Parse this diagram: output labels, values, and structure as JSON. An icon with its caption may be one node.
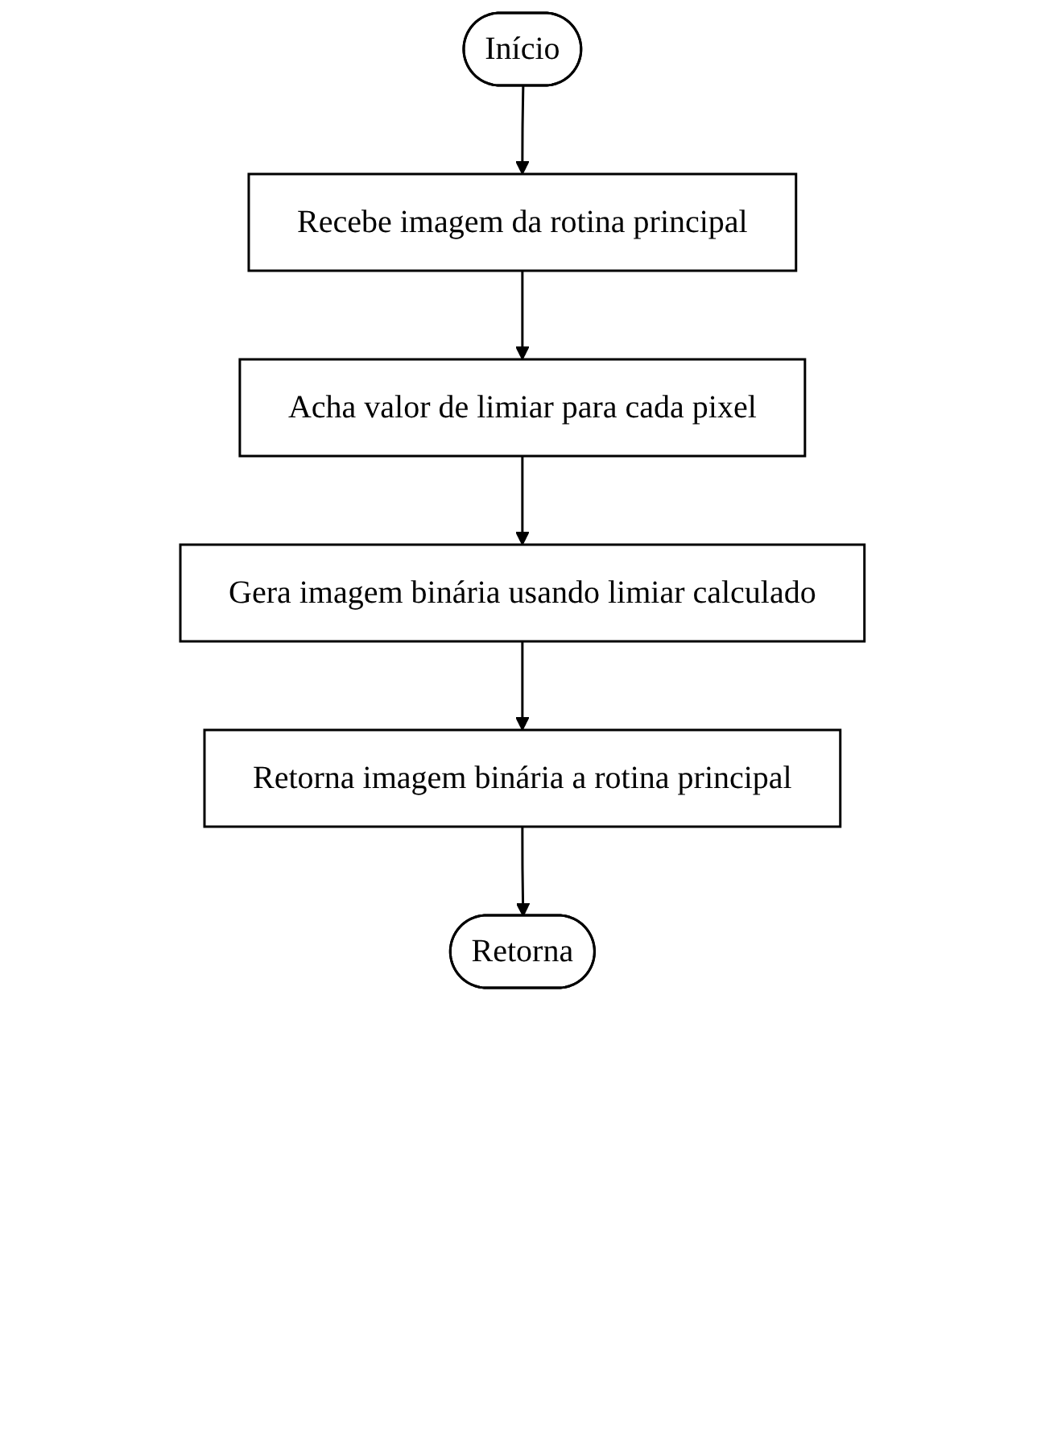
{
  "diagram": {
    "nodes": [
      {
        "text": [
          "Início"
        ]
      },
      {
        "text": [
          "Recebe imagem da rotina principal"
        ]
      },
      {
        "text": [
          "Acha valor de limiar para cada pixel"
        ]
      },
      {
        "text": [
          "Gera imagem binária usando limiar calculado"
        ]
      },
      {
        "text": [
          "Retorna imagem binária a rotina principal"
        ]
      },
      {
        "text": [
          "Retorna"
        ]
      }
    ],
    "edges": [
      {
        "from": 0,
        "to": 1,
        "arrow": "to"
      },
      {
        "from": 1,
        "to": 2,
        "arrow": "to"
      },
      {
        "from": 2,
        "to": 3,
        "arrow": "to"
      },
      {
        "from": 3,
        "to": 4,
        "arrow": "to"
      },
      {
        "from": 4,
        "to": 5,
        "arrow": "to"
      }
    ]
  }
}
